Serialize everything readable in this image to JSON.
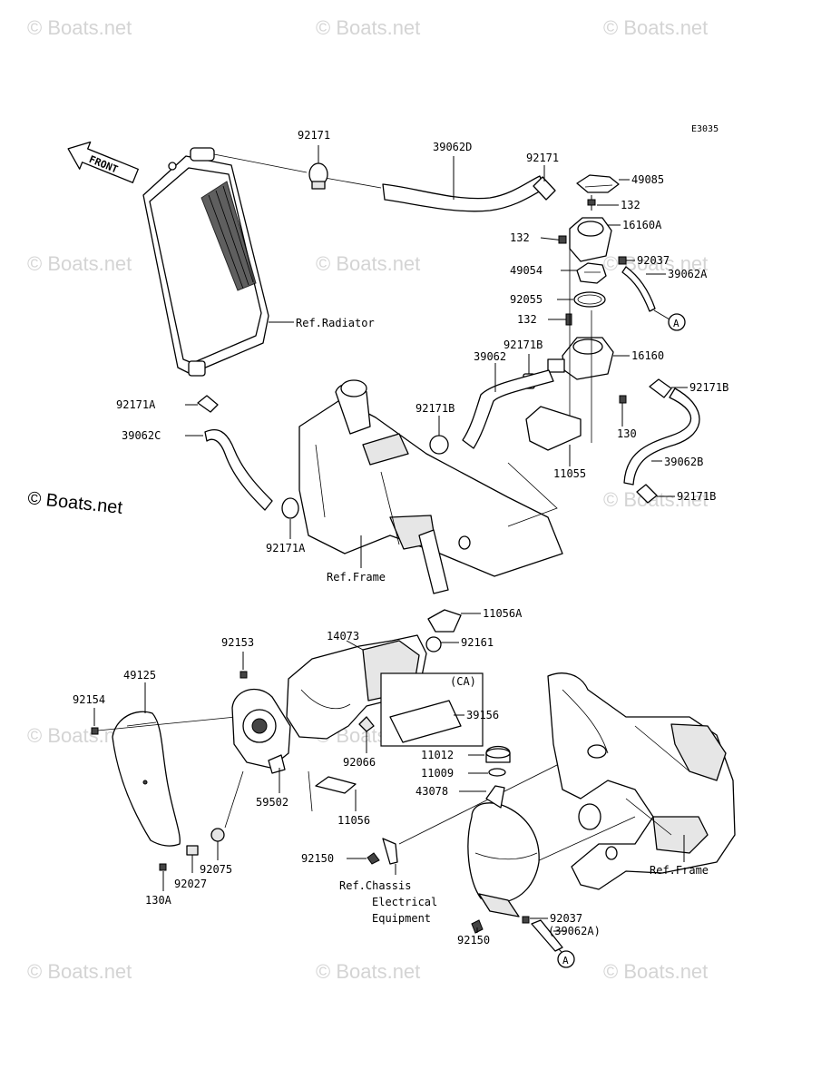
{
  "diagram_code": "E3035",
  "front_marker": "FRONT",
  "watermark_text": "© Boats.net",
  "ref_callouts": {
    "radiator": "Ref.Radiator",
    "frame_top": "Ref.Frame",
    "frame_bottom": "Ref.Frame",
    "chassis_line1": "Ref.Chassis",
    "chassis_line2": "Electrical",
    "chassis_line3": "Equipment"
  },
  "connector_letter": "A",
  "ca_box_label": "(CA)",
  "part_labels": {
    "p92171_a": "92171",
    "p39062D": "39062D",
    "p92171_b": "92171",
    "p49085": "49085",
    "p132_a": "132",
    "p16160A": "16160A",
    "p132_b": "132",
    "p92037_a": "92037",
    "p39062A": "39062A",
    "p49054": "49054",
    "p92055": "92055",
    "p132_c": "132",
    "p92171B_a": "92171B",
    "p39062": "39062",
    "p16160": "16160",
    "p92171B_b": "92171B",
    "p92171B_c": "92171B",
    "p130": "130",
    "p11055": "11055",
    "p39062B": "39062B",
    "p92171B_d": "92171B",
    "p92171A_a": "92171A",
    "p39062C": "39062C",
    "p92171A_b": "92171A",
    "p11056A": "11056A",
    "p14073": "14073",
    "p92161": "92161",
    "p92153": "92153",
    "p49125": "49125",
    "p92154": "92154",
    "p39156": "39156",
    "p92066": "92066",
    "p11012": "11012",
    "p11009": "11009",
    "p43078": "43078",
    "p59502": "59502",
    "p11056": "11056",
    "p92075": "92075",
    "p92027": "92027",
    "p130A": "130A",
    "p92150_a": "92150",
    "p92037_b": "92037",
    "p39062A_ref": "(39062A)",
    "p92150_b": "92150"
  }
}
